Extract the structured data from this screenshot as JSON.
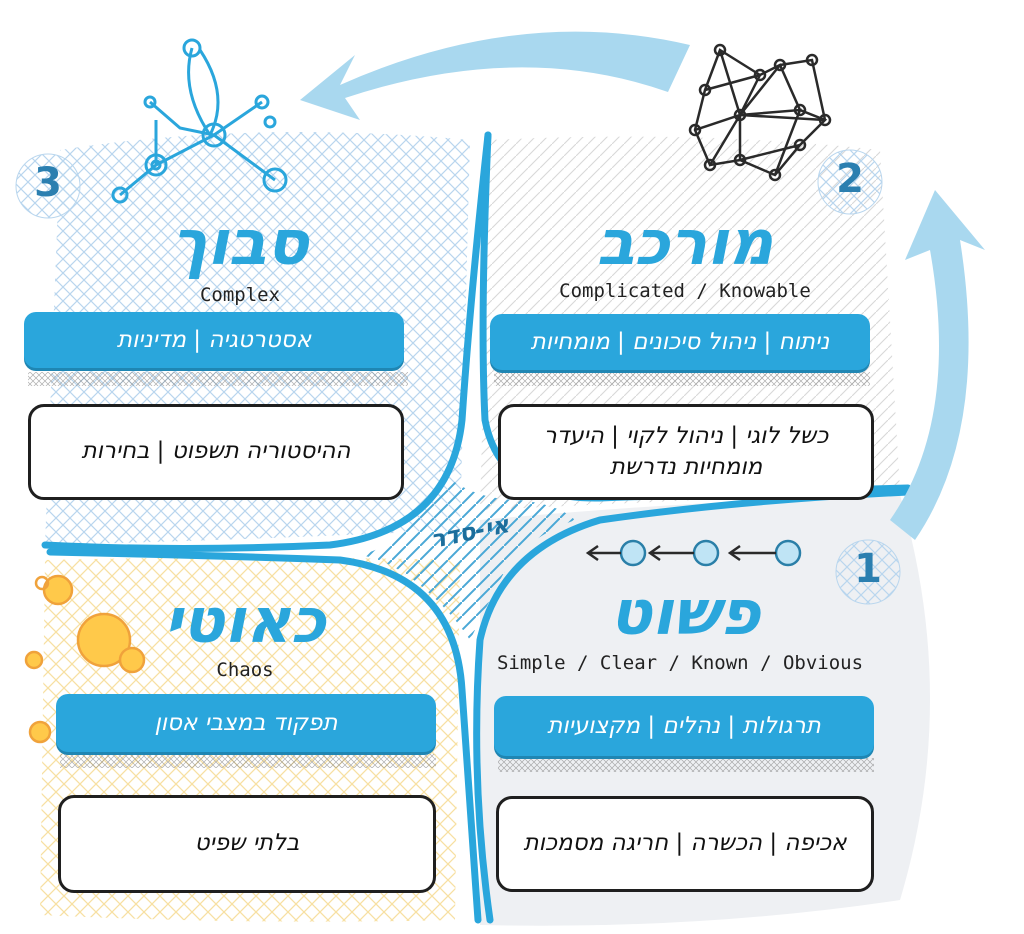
{
  "domains": {
    "complex": {
      "number": "3",
      "title": "סבוך",
      "subtitle": "Complex",
      "band": "אסטרטגיה | מדיניות",
      "box": "ההיסטוריה תשפוט | בחירות"
    },
    "complicated": {
      "number": "2",
      "title": "מורכב",
      "subtitle": "Complicated / Knowable",
      "band": "ניתוח | ניהול סיכונים | מומחיות",
      "box": "כשל לוגי | ניהול לקוי | היעדר מומחיות נדרשת"
    },
    "chaos": {
      "title": "כאוטי",
      "subtitle": "Chaos",
      "band": "תפקוד במצבי אסון",
      "box": "בלתי שפיט"
    },
    "simple": {
      "number": "1",
      "title": "פשוט",
      "subtitle": "Simple / Clear / Known / Obvious",
      "band": "תרגולות | נהלים | מקצועיות",
      "box": "אכיפה | הכשרה | חריגה מסמכות"
    }
  },
  "center_label": "אי-סדר",
  "colors": {
    "accent": "#2aa6dc",
    "arrow": "#a9d8ef",
    "chaos_dots": "#ffc94a",
    "ink": "#1f1f1f"
  },
  "icons": [
    "complex-network-icon",
    "complicated-network-icon",
    "simple-chain-icon",
    "chaos-bubbles-icon"
  ]
}
